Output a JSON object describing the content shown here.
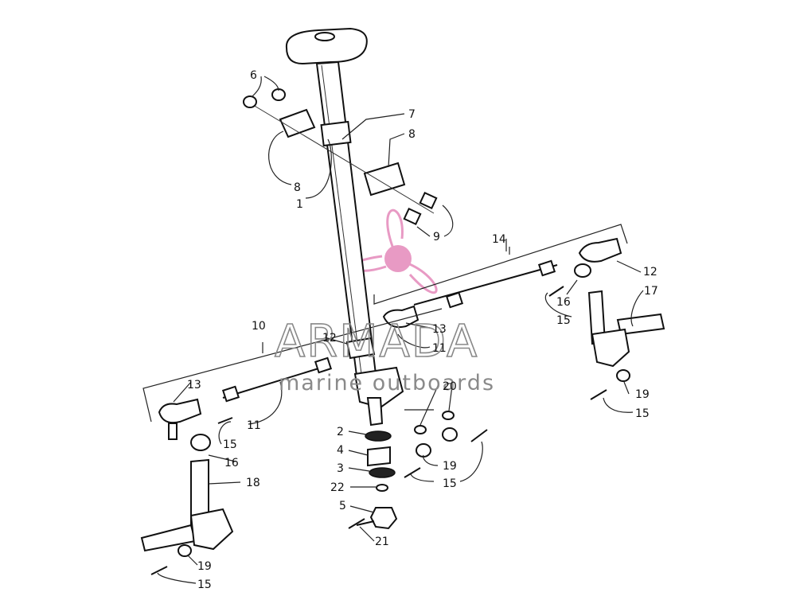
{
  "watermark": {
    "brand": "ARMADA",
    "tagline": "marine outboards",
    "colors": {
      "logo": "#e89ac4",
      "text": "#888888"
    }
  },
  "callouts": {
    "c1": "1",
    "c2": "2",
    "c3": "3",
    "c4": "4",
    "c5": "5",
    "c6": "6",
    "c7": "7",
    "c8a": "8",
    "c8b": "8",
    "c9": "9",
    "c10": "10",
    "c11a": "11",
    "c11b": "11",
    "c12a": "12",
    "c12b": "12",
    "c13a": "13",
    "c13b": "13",
    "c14": "14",
    "c15a": "15",
    "c15b": "15",
    "c15c": "15",
    "c15d": "15",
    "c15e": "15",
    "c16a": "16",
    "c16b": "16",
    "c17": "17",
    "c18": "18",
    "c19a": "19",
    "c19b": "19",
    "c19c": "19",
    "c20": "20",
    "c21": "21",
    "c22": "22"
  }
}
